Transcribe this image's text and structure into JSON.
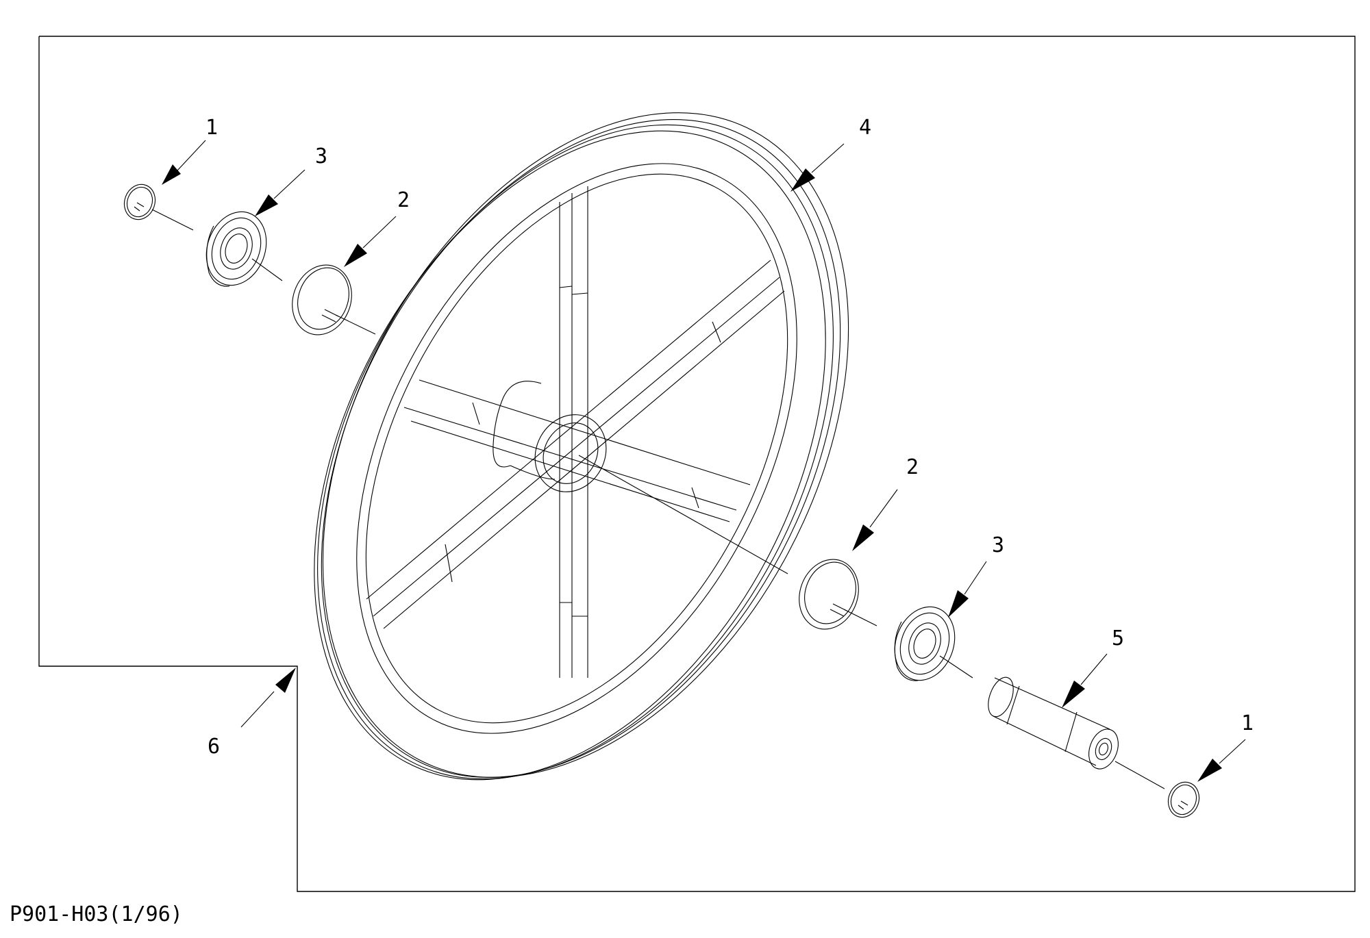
{
  "drawing": {
    "id": "P901-H03(1/96)"
  },
  "callouts": [
    {
      "id": "c1a",
      "label": "1"
    },
    {
      "id": "c3a",
      "label": "3"
    },
    {
      "id": "c2a",
      "label": "2"
    },
    {
      "id": "c4",
      "label": "4"
    },
    {
      "id": "c2b",
      "label": "2"
    },
    {
      "id": "c3b",
      "label": "3"
    },
    {
      "id": "c5",
      "label": "5"
    },
    {
      "id": "c1b",
      "label": "1"
    },
    {
      "id": "c6",
      "label": "6"
    }
  ],
  "colors": {
    "line": "#000000",
    "background": "#ffffff"
  }
}
